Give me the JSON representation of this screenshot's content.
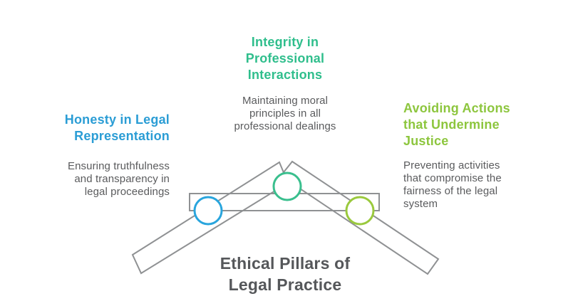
{
  "background": "#ffffff",
  "title": {
    "lines": [
      "Ethical Pillars of",
      "Legal Practice"
    ],
    "color": "#55575A"
  },
  "colors": {
    "line": "#8F9193",
    "body_text": "#5A5B5D",
    "circle_fill": "#FFFFFF"
  },
  "pillars": [
    {
      "name": "Honesty in Legal Representation",
      "heading_lines": [
        "Honesty in Legal",
        "Representation"
      ],
      "body_lines": [
        "Ensuring truthfulness",
        "and transparency in",
        "legal proceedings"
      ],
      "heading_color": "#2B9DD5",
      "circle_color": "#29A5DD"
    },
    {
      "name": "Integrity in Professional Interactions",
      "heading_lines": [
        "Integrity in",
        "Professional",
        "Interactions"
      ],
      "body_lines": [
        "Maintaining moral",
        "principles in all",
        "professional dealings"
      ],
      "heading_color": "#2FBE8C",
      "circle_color": "#3ABF8E"
    },
    {
      "name": "Avoiding Actions that Undermine Justice",
      "heading_lines": [
        "Avoiding Actions",
        "that Undermine",
        "Justice"
      ],
      "body_lines": [
        "Preventing activities",
        "that compromise the",
        "fairness of the legal",
        "system"
      ],
      "heading_color": "#8DC63E",
      "circle_color": "#9AC93D"
    }
  ]
}
